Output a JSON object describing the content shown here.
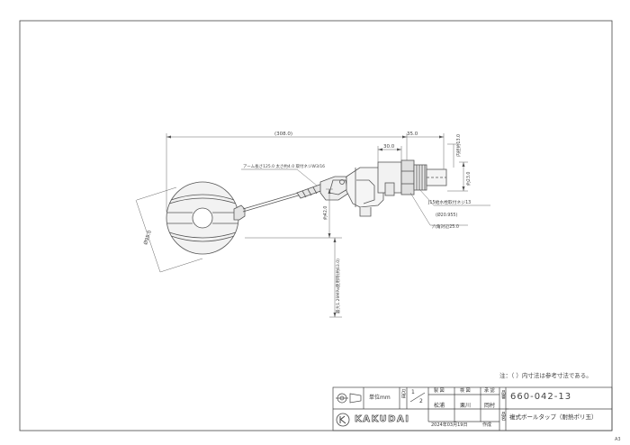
{
  "dimensions": {
    "overall_length": "(308.0)",
    "fitting_length": "35.0",
    "body_offset": "30.0",
    "height_right_top": "内径約13.0",
    "height_right_mid": "約23.0",
    "arm_note": "アーム長さ125.0  太さ約4.0  取付ネジW3/16",
    "ball_diameter": "Ø95.0",
    "vertical_left_mid": "約42.0",
    "vertical_long": "最大1.29MPa使用時(約63.0)",
    "thread_note": "J15給水栓取付ネジ13",
    "thread_note2": "(Ø20.955)",
    "hex_note": "六角対辺25.0"
  },
  "note": "注：（ ）内寸法は参考寸法である。",
  "sheet_size": "A3",
  "title_block": {
    "unit_label": "単位mm",
    "scale_header": "尺度",
    "scale_num": "1",
    "scale_den": "2",
    "role_draw": "製 図",
    "role_check": "検 図",
    "role_approve": "承 認",
    "name_draw": "松浦",
    "name_check": "栗川",
    "name_approve": "岡村",
    "date": "2024年03月19日",
    "date_suffix": "作成",
    "part_number_label": "品番",
    "part_name_label": "品名",
    "part_number": "660-042-13",
    "part_name": "複式ボールタップ（耐熱ポリ玉）",
    "company": "KAKUDAI"
  }
}
